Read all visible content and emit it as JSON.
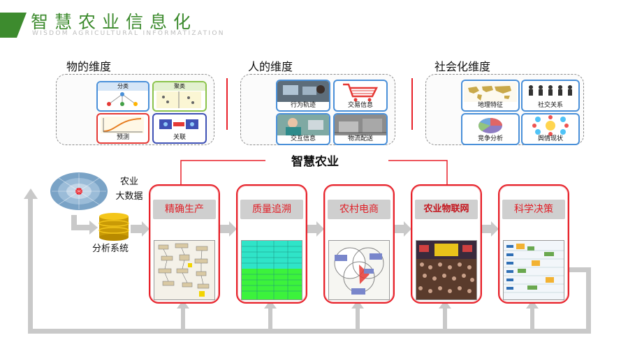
{
  "header": {
    "title": "智慧农业信息化",
    "subtitle": "WISDOM AGRICULTURAL INFORMATIZATION",
    "accent_color": "#3d8b2e"
  },
  "dimensions": [
    {
      "title": "物的维度",
      "tiles": [
        {
          "label": "分类",
          "position": "header",
          "border": "#4a90d9"
        },
        {
          "label": "聚类",
          "position": "header",
          "border": "#8bc34a"
        },
        {
          "label": "预测",
          "position": "footer",
          "border": "#e53935"
        },
        {
          "label": "关联",
          "position": "footer",
          "border": "#3f51b5"
        }
      ]
    },
    {
      "title": "人的维度",
      "tiles": [
        {
          "label": "行为轨迹",
          "border": "#4a90d9"
        },
        {
          "label": "交易信息",
          "border": "#4a90d9"
        },
        {
          "label": "交互信息",
          "border": "#4a90d9"
        },
        {
          "label": "物流配送",
          "border": "#4a90d9"
        }
      ]
    },
    {
      "title": "社会化维度",
      "tiles": [
        {
          "label": "地理特征",
          "border": "#4a90d9"
        },
        {
          "label": "社交关系",
          "border": "#4a90d9"
        },
        {
          "label": "竞争分析",
          "border": "#4a90d9"
        },
        {
          "label": "舆情现状",
          "border": "#4a90d9"
        }
      ]
    }
  ],
  "center_title": "智慧农业",
  "data_source": {
    "big_data_line1": "农业",
    "big_data_line2": "大数据",
    "analysis_label": "分析系统"
  },
  "process_cards": [
    {
      "label": "精确生产",
      "bold": false
    },
    {
      "label": "质量追溯",
      "bold": false
    },
    {
      "label": "农村电商",
      "bold": false
    },
    {
      "label": "农业物联网",
      "bold": true
    },
    {
      "label": "科学决策",
      "bold": false
    }
  ],
  "colors": {
    "card_border": "#e8212a",
    "connector_red": "#e8212a",
    "arrow_gray": "#c9c9c9"
  }
}
